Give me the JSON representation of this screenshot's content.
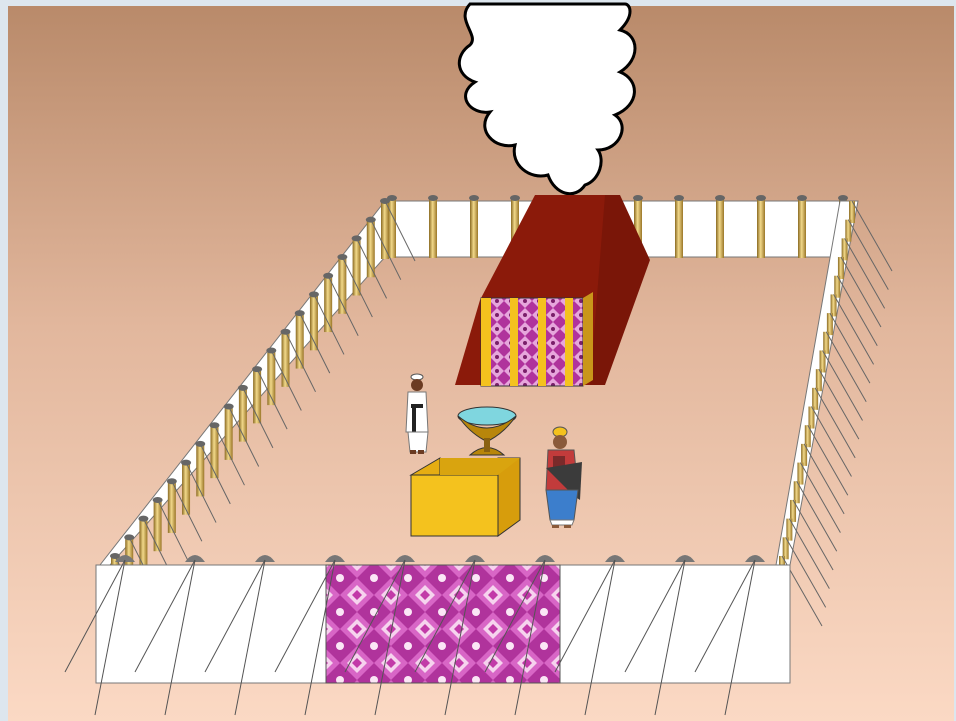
{
  "scene": {
    "subject": "tabernacle-courtyard-illustration",
    "colors": {
      "sky_top": "#b98a6a",
      "sky_bottom": "#fbd9c4",
      "wall": "#ffffff",
      "pillar": "#d8b25a",
      "tent_roof": "#8b1a0a",
      "gold": "#f4c21e",
      "curtain": "#b83aa6",
      "laver_water": "#7fd6df",
      "cloud": "#ffffff"
    },
    "items": [
      "pillar-of-cloud",
      "courtyard-fence",
      "tabernacle-tent",
      "bronze-altar",
      "bronze-laver",
      "levite-figure",
      "high-priest-figure",
      "gate-screen"
    ]
  }
}
